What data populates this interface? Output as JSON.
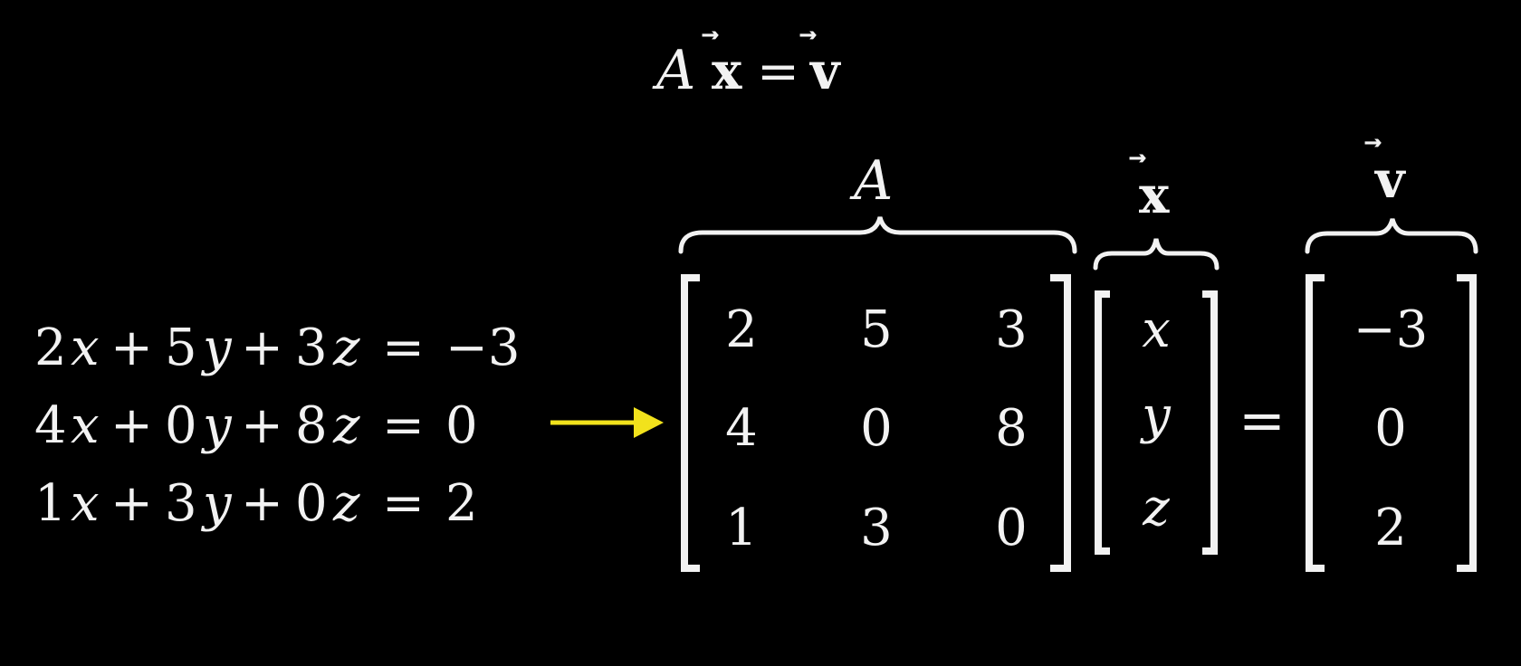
{
  "colors": {
    "background": "#000000",
    "text": "#f2f2f2",
    "x_var": "#8ab474",
    "y_var": "#f06a4f",
    "z_var": "#36a4d6",
    "vec_x": "#d55ab4",
    "vec_v": "#f2e21c",
    "arrow": "#f2e21c"
  },
  "top_equation": {
    "A": "A",
    "x": "x",
    "equals": "=",
    "v": "v"
  },
  "vector_arrow_glyph": "⃗",
  "system": {
    "rows": [
      {
        "c1": "2",
        "v1": "x",
        "op1": "+",
        "c2": "5",
        "v2": "y",
        "op2": "+",
        "c3": "3",
        "v3": "z",
        "eq": "=",
        "rhs": "−3"
      },
      {
        "c1": "4",
        "v1": "x",
        "op1": "+",
        "c2": "0",
        "v2": "y",
        "op2": "+",
        "c3": "8",
        "v3": "z",
        "eq": "=",
        "rhs": "0"
      },
      {
        "c1": "1",
        "v1": "x",
        "op1": "+",
        "c2": "3",
        "v2": "y",
        "op2": "+",
        "c3": "0",
        "v3": "z",
        "eq": "=",
        "rhs": "2"
      }
    ]
  },
  "matrix_A": {
    "label": "A",
    "rows": [
      [
        "2",
        "5",
        "3"
      ],
      [
        "4",
        "0",
        "8"
      ],
      [
        "1",
        "3",
        "0"
      ]
    ]
  },
  "vector_x": {
    "label": "x",
    "entries": [
      "x",
      "y",
      "z"
    ]
  },
  "equals_sign": "=",
  "vector_v": {
    "label": "v",
    "entries": [
      "−3",
      "0",
      "2"
    ]
  }
}
